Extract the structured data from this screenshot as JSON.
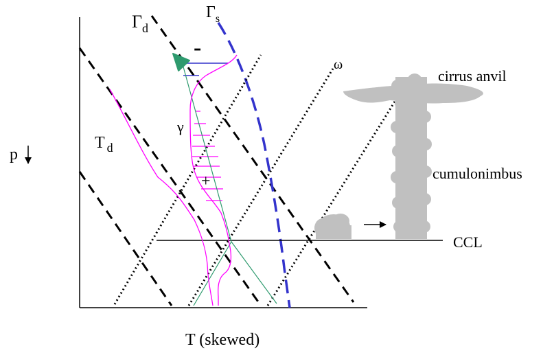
{
  "labels": {
    "gamma_d": "Γ",
    "gamma_d_sub": "d",
    "gamma_s": "Γ",
    "gamma_s_sub": "s",
    "omega": "ω",
    "gamma": "γ",
    "t_d": "T",
    "t_d_sub": "d",
    "p": "p",
    "x_axis": "T (skewed)",
    "cirrus_anvil": "cirrus anvil",
    "cumulonimbus": "cumulonimbus",
    "ccl": "CCL",
    "minus": "-",
    "plus": "+"
  },
  "colors": {
    "axes": "#000000",
    "dry_adiabat": "#000000",
    "moist_adiabat": "#3333cc",
    "mixing_ratio": "#000000",
    "environment": "#ff00ff",
    "parcel": "#2e9a6e",
    "cloud": "#c0c0c0",
    "negative_area": "#3333cc",
    "positive_area": "#ff00ff"
  }
}
